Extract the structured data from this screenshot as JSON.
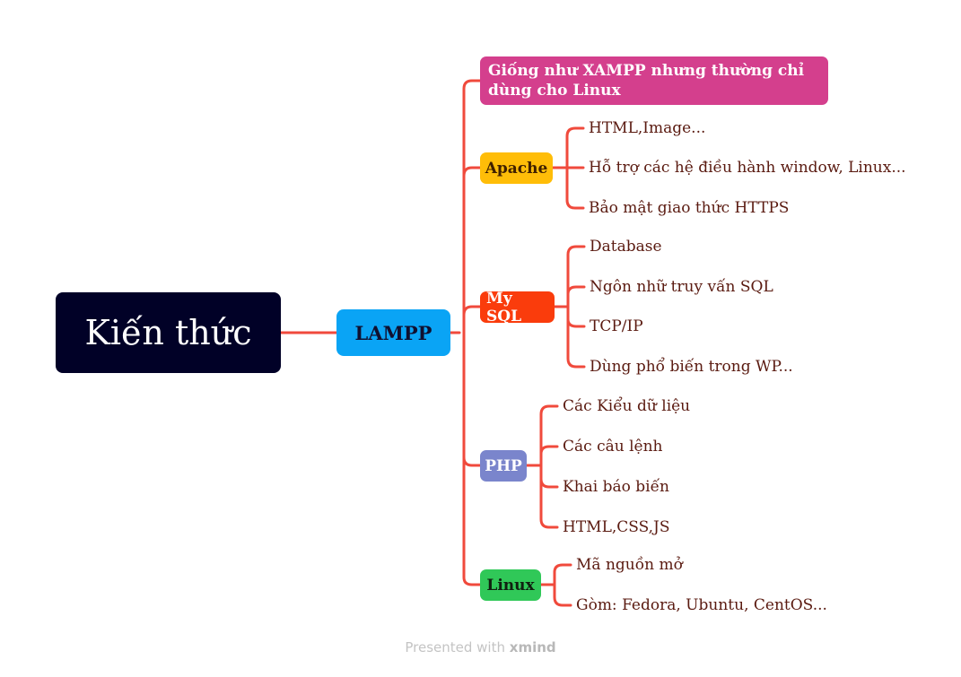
{
  "root": {
    "label": "Kiến thức"
  },
  "main": {
    "label": "LAMPP"
  },
  "branches": {
    "desc": {
      "label": "Giống như XAMPP nhưng thường chỉ dùng cho Linux",
      "color": "#d43f8d"
    },
    "apache": {
      "label": "Apache",
      "color": "#ffbd08",
      "leaves": [
        "HTML,Image...",
        "Hỗ trợ các hệ điều hành window, Linux...",
        "Bảo mật giao thức HTTPS"
      ]
    },
    "mysql": {
      "label": "My SQL",
      "color": "#fa3c0c",
      "leaves": [
        "Database",
        "Ngôn nhữ truy vấn SQL",
        "TCP/IP",
        "Dùng phổ biến trong WP..."
      ]
    },
    "php": {
      "label": "PHP",
      "color": "#7a85cc",
      "leaves": [
        "Các Kiểu dữ liệu",
        "Các câu lệnh",
        "Khai báo biến",
        "HTML,CSS,JS"
      ]
    },
    "linux": {
      "label": "Linux",
      "color": "#30c858",
      "leaves": [
        "Mã nguồn mở",
        "Gòm: Fedora, Ubuntu, CentOS..."
      ]
    }
  },
  "colors": {
    "root": "#010127",
    "main": "#0aa4f5",
    "connector": "#f04a3c"
  },
  "footer": {
    "prefix": "Presented with",
    "brand": "xmind"
  }
}
